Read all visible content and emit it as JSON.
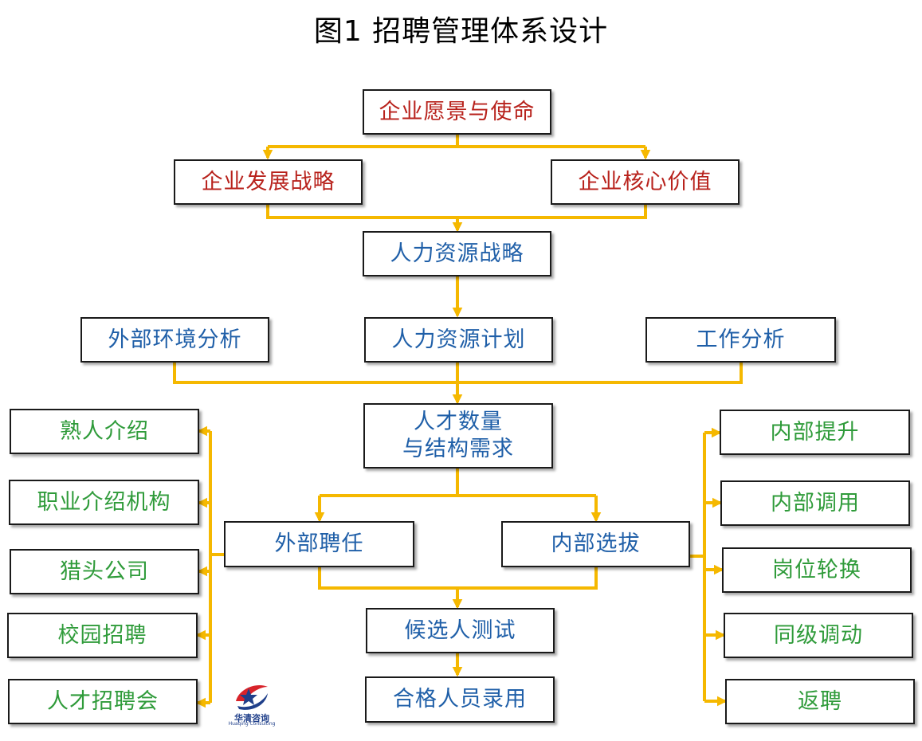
{
  "title": "图1  招聘管理体系设计",
  "colors": {
    "connector": "#f5b800",
    "red_text": "#b8221c",
    "blue_text": "#1f5fa8",
    "green_text": "#2f9b3a"
  },
  "nodes": {
    "vision": "企业愿景与使命",
    "strategy": "企业发展战略",
    "core_values": "企业核心价值",
    "hr_strategy": "人力资源战略",
    "env_analysis": "外部环境分析",
    "hr_plan": "人力资源计划",
    "job_analysis": "工作分析",
    "talent_demand_line1": "人才数量",
    "talent_demand_line2": "与结构需求",
    "external_hire": "外部聘任",
    "internal_select": "内部选拔",
    "candidate_test": "候选人测试",
    "qualified_hire": "合格人员录用"
  },
  "external_channels": [
    "熟人介绍",
    "职业介绍机构",
    "猎头公司",
    "校园招聘",
    "人才招聘会"
  ],
  "internal_channels": [
    "内部提升",
    "内部调用",
    "岗位轮换",
    "同级调动",
    "返聘"
  ],
  "logo": {
    "name": "华清咨询",
    "subtitle": "Huaqing Consulting",
    "icon": "star-swoosh-logo-icon"
  }
}
